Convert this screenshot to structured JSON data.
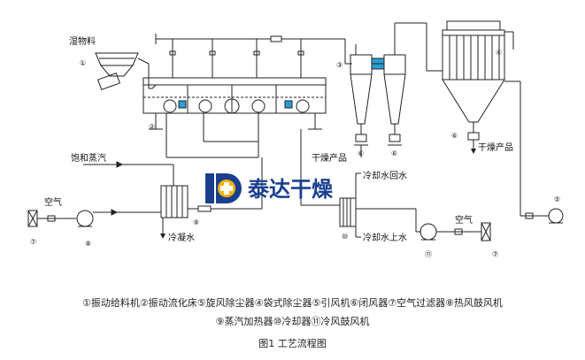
{
  "labels": {
    "wet_material": "湿物料",
    "saturated_steam": "饱和蒸汽",
    "dry_product_center": "干燥产品",
    "dry_product_right": "干燥产品",
    "cooling_return": "冷却水回水",
    "cooling_supply": "冷却水上水",
    "condensate": "冷凝水",
    "air_left": "空气",
    "air_right": "空气"
  },
  "numbers": {
    "n1": "①",
    "n2": "②",
    "n3": "③",
    "n4": "④",
    "n5": "⑤",
    "n6a": "⑥",
    "n6b": "⑥",
    "n6c": "⑥",
    "n7a": "⑦",
    "n7b": "⑦",
    "n8": "⑧",
    "n9": "⑨",
    "n10": "⑩",
    "n11": "⑪"
  },
  "logo": {
    "text": "泰达干燥",
    "brand_color": "#1b3f8f",
    "accent_color": "#f2b400"
  },
  "legend": {
    "line1": "①振动给料机②振动流化床⑤旋风除尘器④袋式除尘器⑤引风机⑥闭风器⑦空气过滤器⑧热风鼓风机",
    "line2": "⑨蒸汽加热器⑩冷却器⑪冷风鼓风机"
  },
  "caption": "图1  工艺流程图"
}
